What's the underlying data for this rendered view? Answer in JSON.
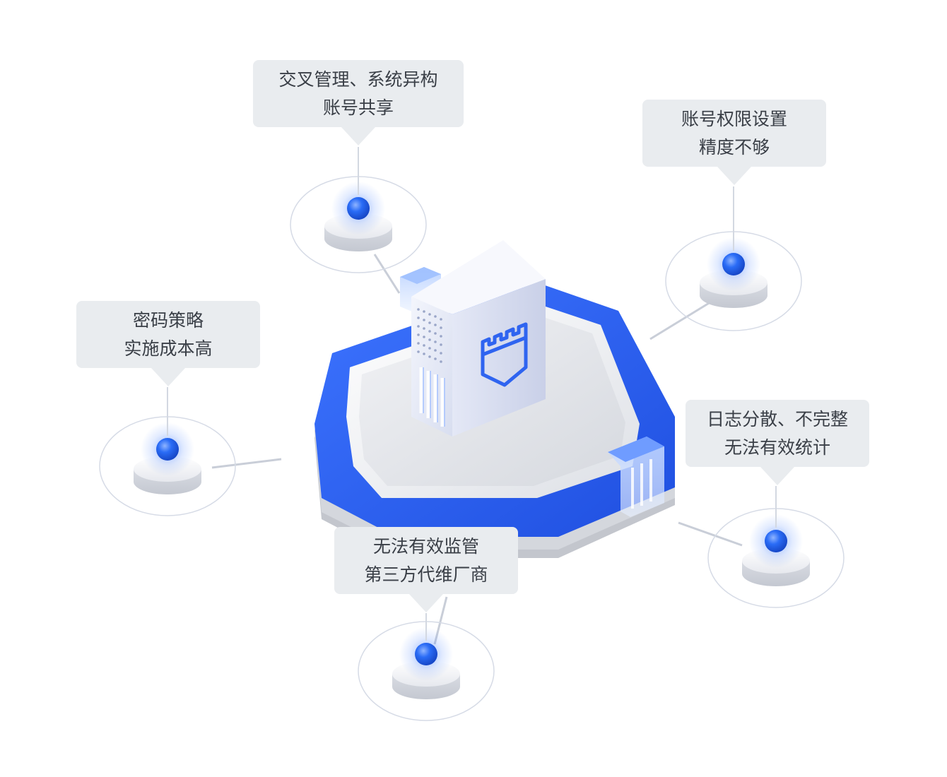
{
  "callouts": [
    {
      "id": "account-sharing",
      "lines": [
        "交叉管理、系统异构",
        "账号共享"
      ]
    },
    {
      "id": "permission-precision",
      "lines": [
        "账号权限设置",
        "精度不够"
      ]
    },
    {
      "id": "password-policy",
      "lines": [
        "密码策略",
        "实施成本高"
      ]
    },
    {
      "id": "log-statistics",
      "lines": [
        "日志分散、不完整",
        "无法有效统计"
      ]
    },
    {
      "id": "vendor-supervision",
      "lines": [
        "无法有效监管",
        "第三方代维厂商"
      ]
    }
  ],
  "colors": {
    "shield_blue": "#2f64f0",
    "shield_inner": "#e6e8ec",
    "node_blue": "#2a6cf6",
    "callout_bg": "#e9ecef",
    "callout_text": "#3a3f47",
    "server": "#e9edf8"
  },
  "icons": {
    "server_emblem": "castle-shield-icon"
  }
}
